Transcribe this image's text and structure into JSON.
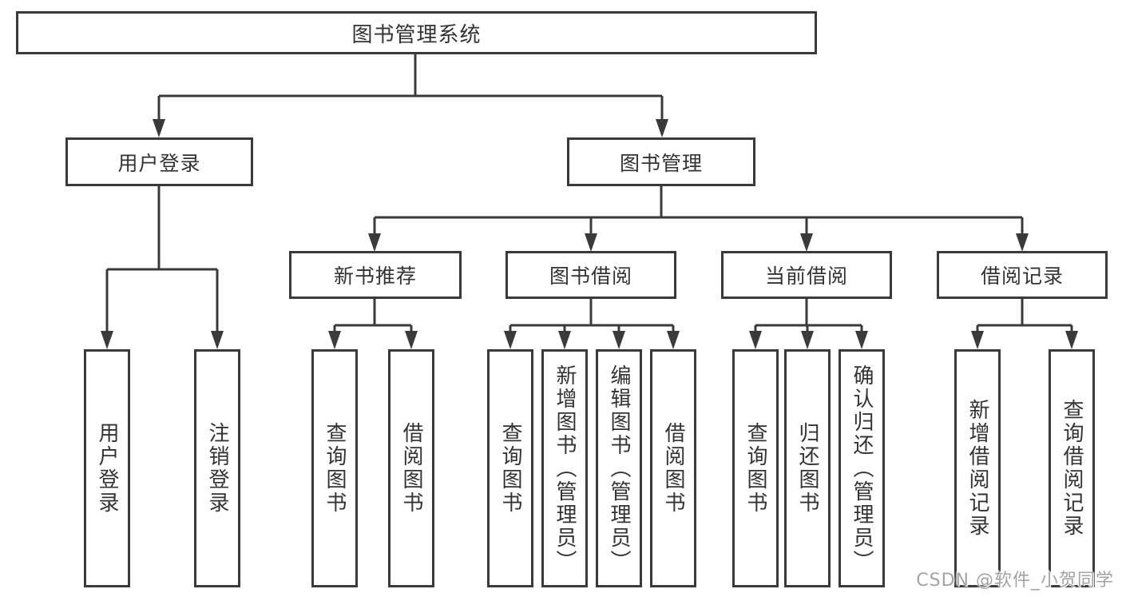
{
  "diagram": {
    "root": {
      "label": "图书管理系统"
    },
    "branches": [
      {
        "label": "用户登录",
        "children": [
          {
            "label": "用户登录"
          },
          {
            "label": "注销登录"
          }
        ]
      },
      {
        "label": "图书管理",
        "children": [
          {
            "label": "新书推荐",
            "children": [
              {
                "label": "查询图书"
              },
              {
                "label": "借阅图书"
              }
            ]
          },
          {
            "label": "图书借阅",
            "children": [
              {
                "label": "查询图书"
              },
              {
                "label": "新增图书（管理员）"
              },
              {
                "label": "编辑图书（管理员）"
              },
              {
                "label": "借阅图书"
              }
            ]
          },
          {
            "label": "当前借阅",
            "children": [
              {
                "label": "查询图书"
              },
              {
                "label": "归还图书"
              },
              {
                "label": "确认归还（管理员）"
              }
            ]
          },
          {
            "label": "借阅记录",
            "children": [
              {
                "label": "新增借阅记录"
              },
              {
                "label": "查询借阅记录"
              }
            ]
          }
        ]
      }
    ],
    "watermark": "CSDN @软件_小贺同学",
    "colors": {
      "line": "#3a3a3a",
      "box_border": "#3a3a3a",
      "text": "#333333",
      "background": "#ffffff",
      "watermark": "#a3a3a3"
    }
  }
}
